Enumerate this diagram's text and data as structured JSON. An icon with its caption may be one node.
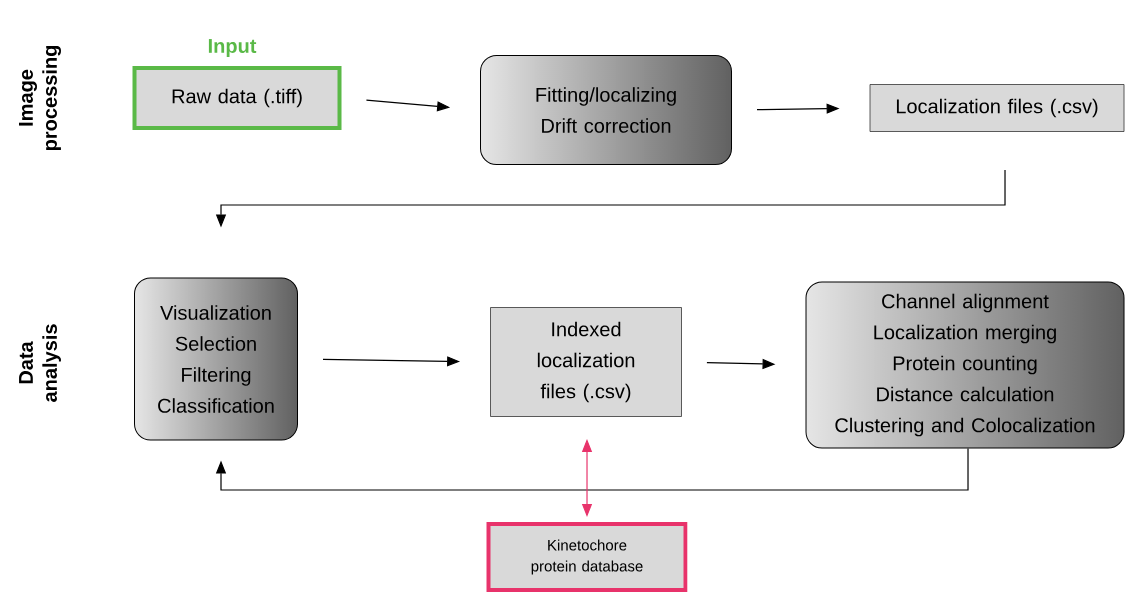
{
  "diagram": {
    "nodes": [
      {
        "text": [
          "Input",
          "Raw data (.tiff)"
        ]
      },
      {
        "text": [
          "Fitting/localizing",
          "Drift correction"
        ]
      },
      {
        "text": [
          "Localization files (.csv)"
        ]
      },
      {
        "text": [
          "Visualization",
          "Selection",
          "Filtering",
          "Classification"
        ]
      },
      {
        "text": [
          "Indexed localization files (.csv)"
        ]
      },
      {
        "text": [
          "Channel alignment",
          "Localization merging",
          "Protein counting",
          "Distance calculation",
          "Clustering and Colocalization"
        ]
      },
      {
        "text": [
          "Kinetochore protein database"
        ]
      }
    ],
    "edges": [
      {
        "from": 0,
        "to": 1,
        "arrow": "to"
      },
      {
        "from": 1,
        "to": 2,
        "arrow": "to"
      },
      {
        "from": 2,
        "to": 3,
        "arrow": "to"
      },
      {
        "from": 3,
        "to": 4,
        "arrow": "to"
      },
      {
        "from": 4,
        "to": 5,
        "arrow": "to"
      },
      {
        "from": 5,
        "to": 3,
        "arrow": "to"
      },
      {
        "from": 4,
        "to": 6,
        "arrow": "both",
        "color": "#e8336b"
      }
    ],
    "labels": [
      "Image processing",
      "Data analysis"
    ]
  }
}
